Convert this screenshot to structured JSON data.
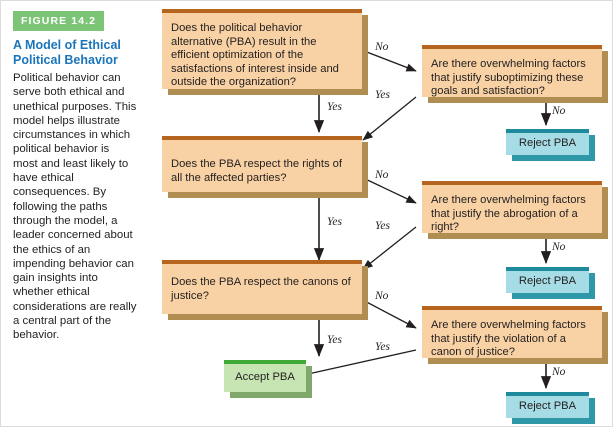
{
  "figure": {
    "badge": "FIGURE 14.2",
    "title": "A Model of Ethical Political Behavior",
    "body": "Political behavior can serve both ethical and unethical purposes. This model helps illustrate circumstances in which political behavior is most and least likely to have ethical consequences. By following the paths through the model, a leader concerned about the ethics of an impending behavior can gain insights into whether ethical considerations are really a central part of the behavior."
  },
  "colors": {
    "badge_green": "#7cc576",
    "title_blue": "#1b75bb",
    "question_fill": "#f8d2a4",
    "question_top": "#b5651d",
    "question_shadow": "#b08d50",
    "reject_fill": "#a6dce5",
    "reject_top": "#1f8a9c",
    "reject_shadow": "#2e97a8",
    "accept_fill": "#c6e5b3",
    "accept_top": "#3faa35",
    "accept_shadow": "#7fa86a",
    "text": "#231f20"
  },
  "flow": {
    "nodes": {
      "q1": "Does the political behavior alternative (PBA) result in the efficient optimization of the satisfactions of interest inside and outside the organization?",
      "q2": "Does the PBA respect the rights of all the affected parties?",
      "q3": "Does the PBA respect the canons of justice?",
      "o1": "Are there overwhelming factors that justify suboptimizing these goals and satisfaction?",
      "o2": "Are there overwhelming factors that  justify the abrogation of a right?",
      "o3": "Are there overwhelming factors that justify the violation of a canon of justice?",
      "reject1": "Reject PBA",
      "reject2": "Reject PBA",
      "reject3": "Reject PBA",
      "accept": "Accept PBA"
    },
    "edges": {
      "q1_no": "No",
      "q1_yes": "Yes",
      "o1_yes": "Yes",
      "o1_no": "No",
      "q2_no": "No",
      "q2_yes": "Yes",
      "o2_yes": "Yes",
      "o2_no": "No",
      "q3_no": "No",
      "q3_yes": "Yes",
      "o3_yes": "Yes",
      "o3_no": "No"
    }
  }
}
